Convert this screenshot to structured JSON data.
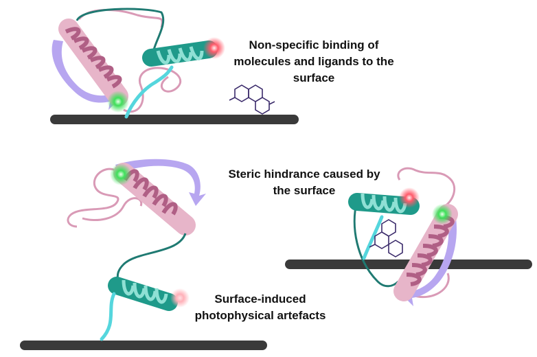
{
  "labels": {
    "nonspecific": {
      "line1": "Non-specific binding of",
      "line2": "molecules and ligands to the",
      "line3": "surface"
    },
    "steric": {
      "line1": "Steric hindrance caused by",
      "line2": "the surface"
    },
    "photophysical": {
      "line1": "Surface-induced",
      "line2": "photophysical artefacts"
    }
  },
  "colors": {
    "surface": "#3a3a3a",
    "helix_pink": "#c77a9a",
    "helix_pink_dark": "#a8507a",
    "helix_teal": "#1f9a8a",
    "helix_teal_dark": "#16786c",
    "sheet_lavender": "#b7a6f0",
    "loop_pink": "#d99ab6",
    "linker_cyan": "#55d6dd",
    "ligand": "#3a2a6a",
    "glow_green": "#3ee05a",
    "glow_red": "#ff5a6a"
  }
}
